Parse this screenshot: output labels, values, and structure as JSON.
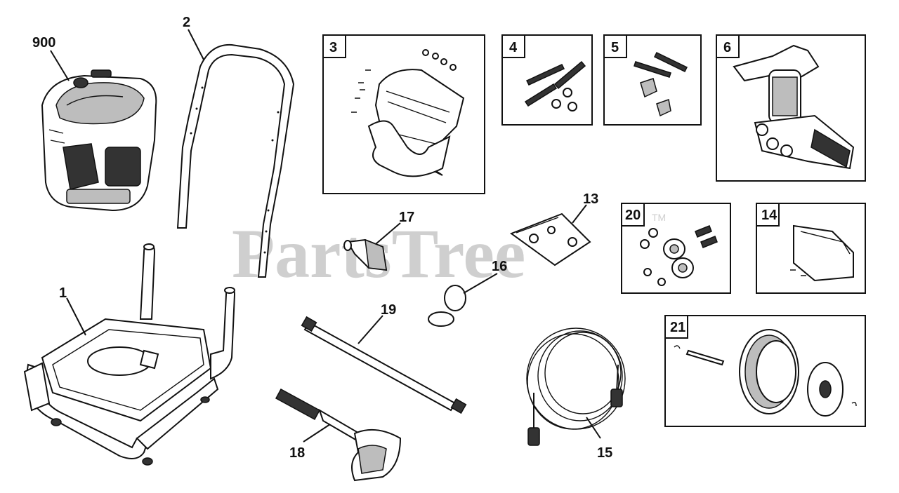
{
  "watermark": {
    "brand": "PartsTree",
    "tm": "TM"
  },
  "callouts": {
    "p900": "900",
    "p1": "1",
    "p2": "2",
    "p13": "13",
    "p15": "15",
    "p16": "16",
    "p17": "17",
    "p18": "18",
    "p19": "19"
  },
  "boxes": {
    "b3": "3",
    "b4": "4",
    "b5": "5",
    "b6": "6",
    "b14": "14",
    "b20": "20",
    "b21": "21"
  }
}
